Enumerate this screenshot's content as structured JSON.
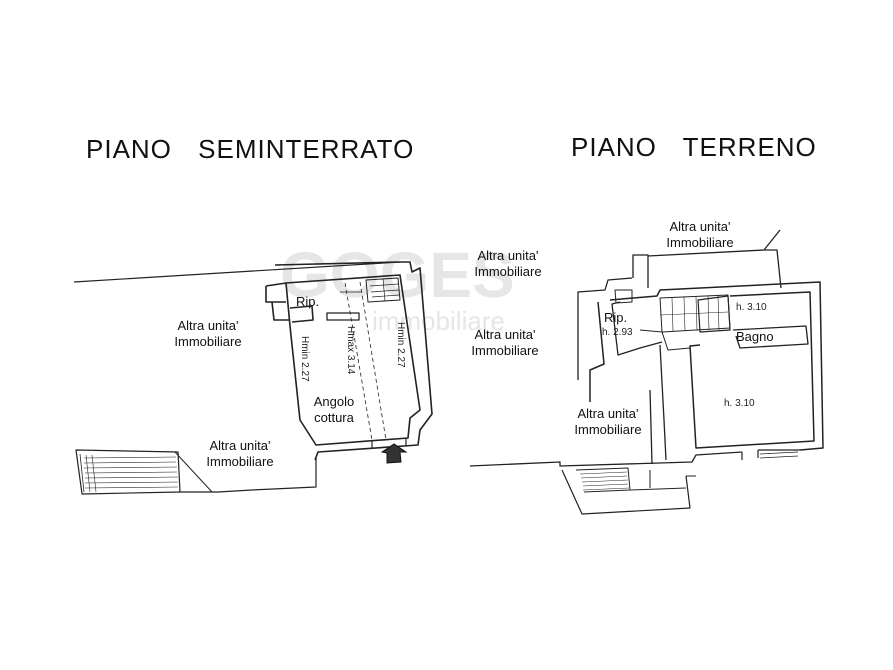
{
  "titles": {
    "left": "PIANO   SEMINTERRATO",
    "right": "PIANO   TERRENO"
  },
  "watermark": {
    "brand": "GOGES",
    "sub": "immobiliare"
  },
  "left_plan": {
    "altra_1": [
      "Altra unita'",
      "Immobiliare"
    ],
    "altra_2": [
      "Altra unita'",
      "Immobiliare"
    ],
    "rip": "Rip.",
    "hmin_1": "Hmin 2.27",
    "hmax": "Hmax 3.14",
    "hmin_2": "Hmin 2.27",
    "angolo": [
      "Angolo",
      "cottura"
    ]
  },
  "right_plan": {
    "altra_top": [
      "Altra unita'",
      "Immobiliare"
    ],
    "altra_left_top": [
      "Altra unita'",
      "Immobiliare"
    ],
    "altra_left_mid": [
      "Altra unita'",
      "Immobiliare"
    ],
    "altra_left_bot": [
      "Altra unita'",
      "Immobiliare"
    ],
    "rip": "Rip.",
    "h_rip": "h. 2.93",
    "h_bagno": "h. 3.10",
    "bagno": "Bagno",
    "h_main": "h. 3.10"
  }
}
